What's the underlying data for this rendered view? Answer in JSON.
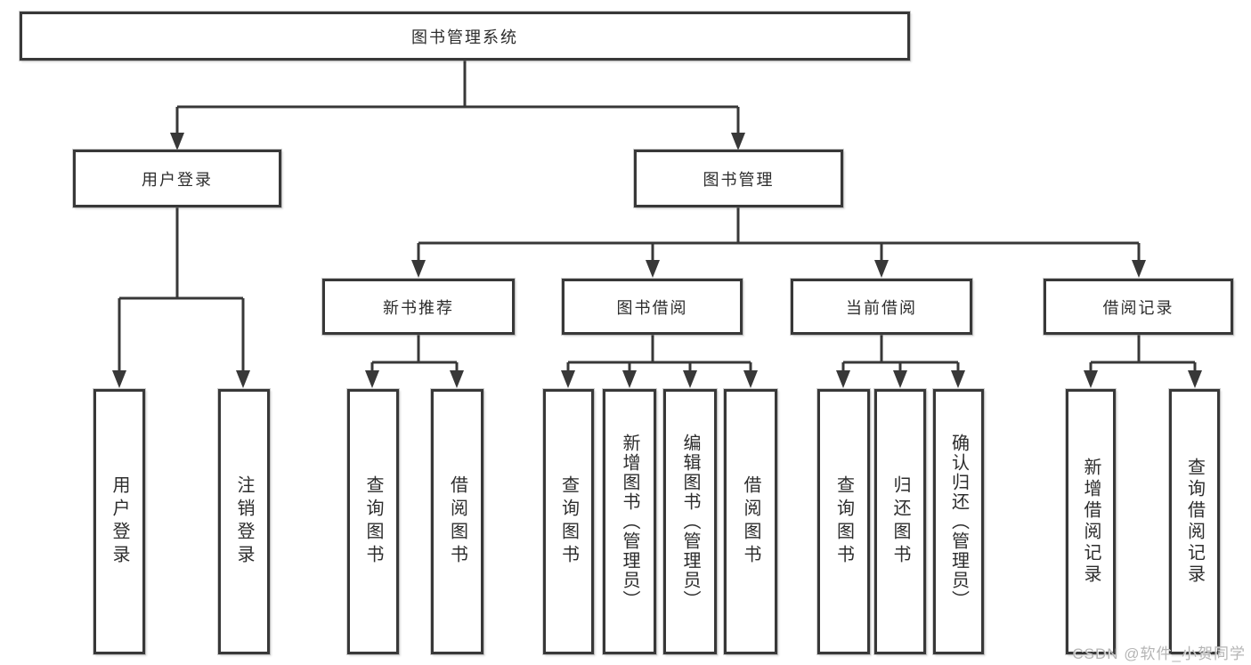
{
  "diagram": {
    "root": "图书管理系统",
    "level2": {
      "user_login": "用户登录",
      "book_management": "图书管理"
    },
    "level3": {
      "new_book_recommend": "新书推荐",
      "book_borrowing": "图书借阅",
      "current_borrowing": "当前借阅",
      "borrowing_records": "借阅记录"
    },
    "leaves": {
      "user": [
        "用户登录",
        "注销登录"
      ],
      "new_book": [
        "查询图书",
        "借阅图书"
      ],
      "borrow": [
        "查询图书",
        "新增图书（管理员）",
        "编辑图书（管理员）",
        "借阅图书"
      ],
      "current": [
        "查询图书",
        "归还图书",
        "确认归还（管理员）"
      ],
      "records": [
        "新增借阅记录",
        "查询借阅记录"
      ]
    }
  },
  "watermark": "CSDN @软件_小贺同学",
  "colors": {
    "line": "#383838",
    "text": "#2d2d2d",
    "watermark": "#b5b5b5",
    "background": "#ffffff"
  }
}
